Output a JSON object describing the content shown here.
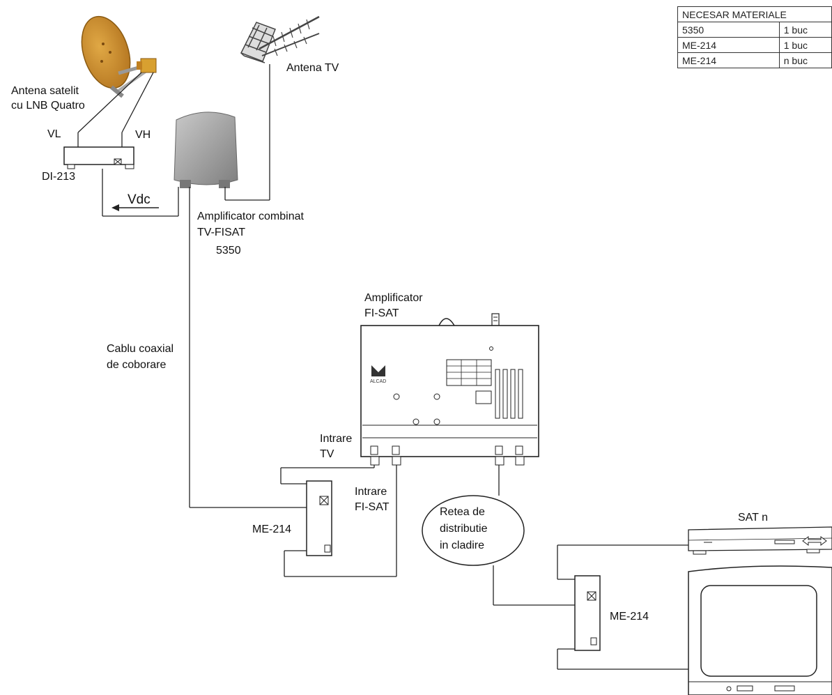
{
  "labels": {
    "sat_antenna": [
      "Antena satelit",
      "cu LNB Quatro"
    ],
    "tv_antenna": "Antena TV",
    "vl": "VL",
    "vh": "VH",
    "diplexer_top": "DI-213",
    "vdc": "Vdc",
    "combined_amp": [
      "Amplificator combinat",
      "TV-FISAT",
      "5350"
    ],
    "downlink_cable": [
      "Cablu coaxial",
      "de coborare"
    ],
    "fisat_amp": [
      "Amplificator",
      "FI-SAT"
    ],
    "tv_input": [
      "Intrare",
      "TV"
    ],
    "fisat_input": [
      "Intrare",
      "FI-SAT"
    ],
    "diplexer_left": "ME-214",
    "network": [
      "Retea de",
      "distributie",
      "in cladire"
    ],
    "receiver": "SAT n",
    "diplexer_right": "ME-214",
    "brand": "ALCAD"
  },
  "materials": {
    "header": "NECESAR MATERIALE",
    "rows": [
      [
        "5350",
        "1 buc"
      ],
      [
        "ME-214",
        "1 buc"
      ],
      [
        "ME-214",
        "n buc"
      ]
    ]
  },
  "colors": {
    "dish": "#c98a2a",
    "dish_dark": "#a86a18",
    "lnb": "#d8a030",
    "amp_housing": "#9a9a9a",
    "line": "#222222"
  }
}
